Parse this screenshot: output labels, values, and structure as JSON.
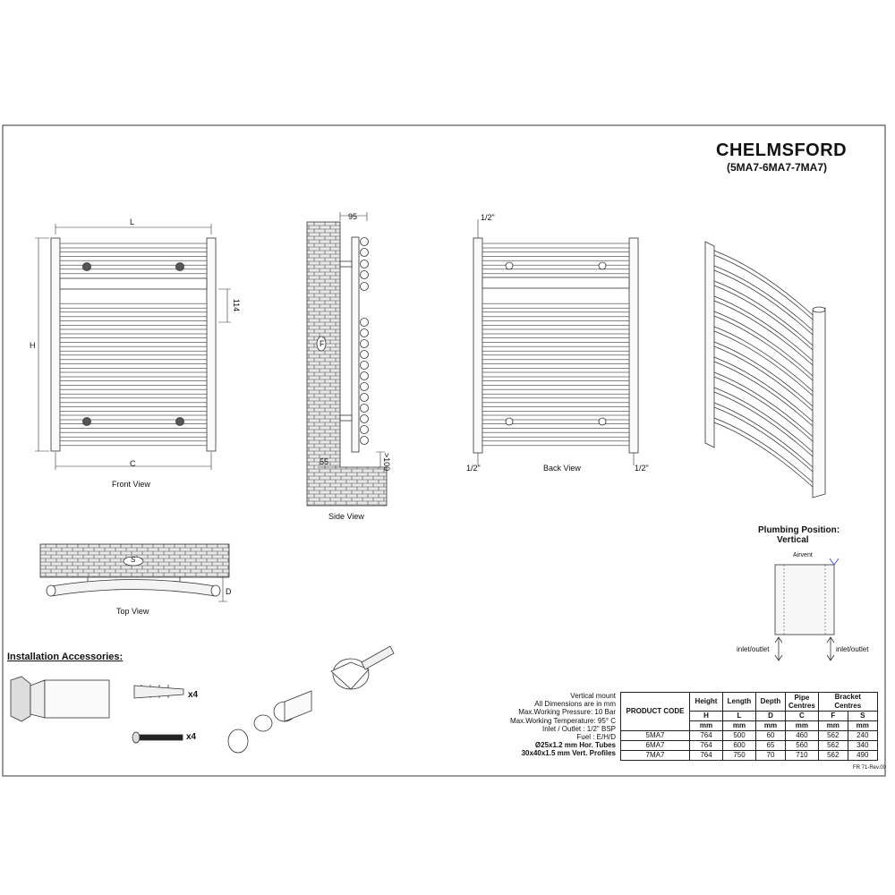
{
  "header": {
    "title": "CHELMSFORD",
    "subtitle": "(5MA7-6MA7-7MA7)"
  },
  "views": {
    "front": {
      "label": "Front View",
      "dim_L": "L",
      "dim_H": "H",
      "dim_C": "C",
      "dim_114": "114"
    },
    "side": {
      "label": "Side View",
      "dim_95": "95",
      "dim_55": "55",
      "dim_100": ">100",
      "bracket": "F"
    },
    "back": {
      "label": "Back View",
      "pipe_top": "1/2\"",
      "pipe_left": "1/2\"",
      "pipe_right": "1/2\""
    },
    "top": {
      "label": "Top View",
      "dim_S": "S",
      "dim_D": "D"
    }
  },
  "plumbing": {
    "title_line1": "Plumbing Position:",
    "title_line2": "Vertical",
    "airvent": "Airvent",
    "inlet_left": "inlet/outlet",
    "inlet_right": "inlet/outlet"
  },
  "accessories": {
    "title": "Installation Accessories:",
    "qty_plugs": "x4",
    "qty_screws": "x4"
  },
  "specs": {
    "lines": [
      "Vertical mount",
      "All Dimensions are in mm",
      "Max.Working Pressure: 10 Bar",
      "Max.Working Temperature: 95° C",
      "Inlet / Outlet : 1/2\" BSP",
      "Fuel : E/H/D",
      "Ø25x1.2 mm Hor. Tubes",
      "30x40x1.5 mm Vert. Profiles"
    ]
  },
  "product_table": {
    "product_code_header": "PRODUCT CODE",
    "headers": [
      "Height",
      "Length",
      "Depth",
      "Pipe Centres",
      "Bracket Centres"
    ],
    "letters": [
      "H",
      "L",
      "D",
      "C",
      "F",
      "S"
    ],
    "units": [
      "mm",
      "mm",
      "mm",
      "mm",
      "mm",
      "mm"
    ],
    "rows": [
      {
        "code": "5MA7",
        "values": [
          "764",
          "500",
          "60",
          "460",
          "562",
          "240"
        ]
      },
      {
        "code": "6MA7",
        "values": [
          "764",
          "600",
          "65",
          "560",
          "562",
          "340"
        ]
      },
      {
        "code": "7MA7",
        "values": [
          "764",
          "750",
          "70",
          "710",
          "562",
          "490"
        ]
      }
    ]
  },
  "revision": "FR 71-Rev.00"
}
